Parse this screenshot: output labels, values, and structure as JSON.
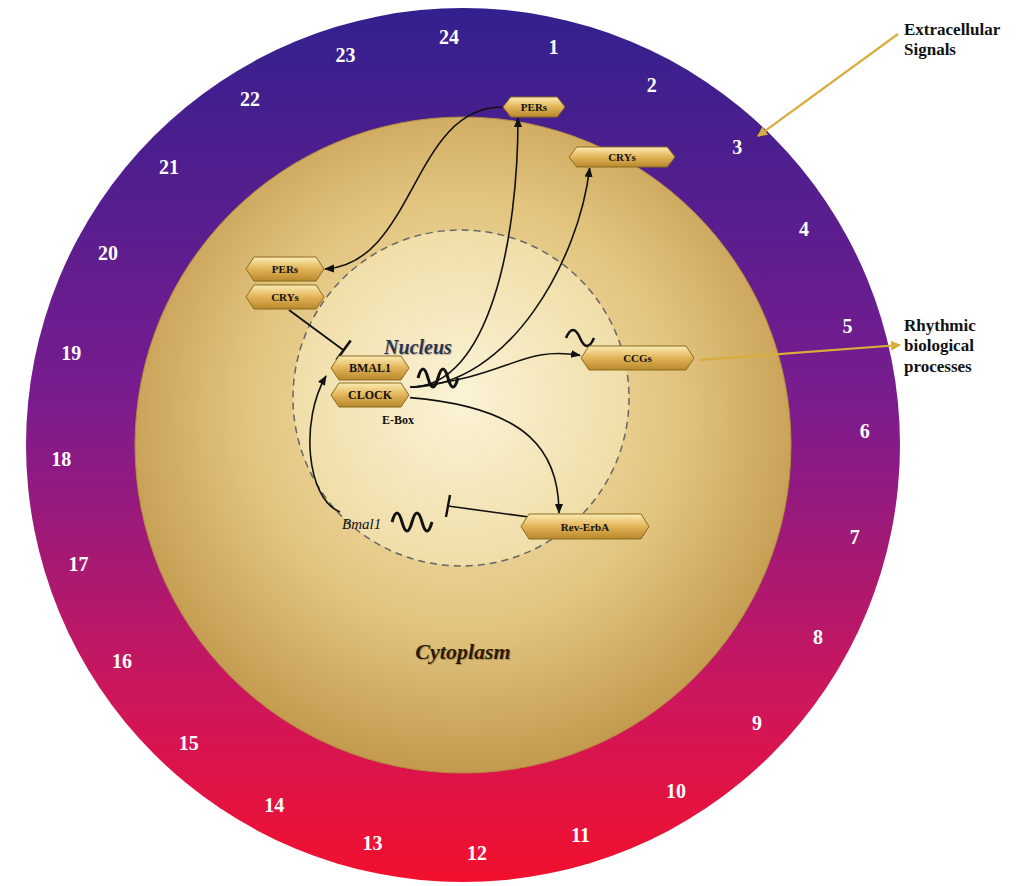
{
  "diagram": {
    "nodes": [
      {
        "text": [
          "Cytoplasm"
        ]
      },
      {
        "text": [
          "Nucleus"
        ],
        "in": 0
      },
      {
        "text": [
          "PERs"
        ],
        "in": 0
      },
      {
        "text": [
          "CRYs"
        ],
        "in": 0
      },
      {
        "text": [
          "PERs"
        ],
        "in": 0
      },
      {
        "text": [
          "CRYs"
        ],
        "in": 0
      },
      {
        "text": [
          "BMAL1"
        ],
        "in": 1
      },
      {
        "text": [
          "CLOCK"
        ],
        "in": 1
      },
      {
        "text": [
          "CCGs"
        ],
        "in": 0
      },
      {
        "text": [
          "Rev-ErbA"
        ],
        "in": 0
      }
    ],
    "edges": [
      {
        "from": 4,
        "to": 2,
        "arrow": "to"
      },
      {
        "from": 3,
        "to": 6,
        "arrow": "to"
      },
      {
        "from": 7,
        "to": 4,
        "arrow": "to"
      },
      {
        "from": 7,
        "to": 5,
        "arrow": "to"
      },
      {
        "from": 7,
        "to": 8,
        "arrow": "to"
      },
      {
        "from": 7,
        "to": 9,
        "arrow": "to"
      }
    ],
    "labels": [
      "1",
      "2",
      "3",
      "4",
      "5",
      "6",
      "7",
      "8",
      "9",
      "10",
      "11",
      "12",
      "13",
      "14",
      "15",
      "16",
      "17",
      "18",
      "19",
      "20",
      "21",
      "22",
      "23",
      "24",
      "E-Box",
      "Bmal1",
      "Extracellular Signals",
      "Rhythmic biological processes"
    ]
  }
}
